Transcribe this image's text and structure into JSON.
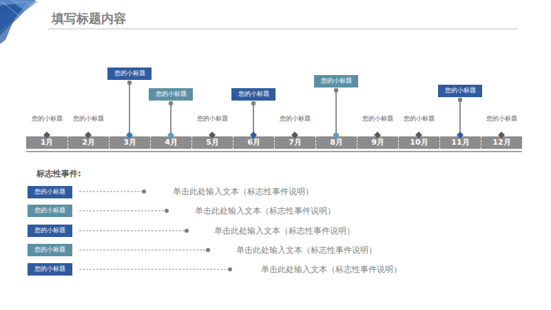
{
  "diagram": {
    "title": "填写标题内容",
    "nodes": [
      {
        "text": [
          "您的小标题"
        ]
      },
      {
        "text": [
          "您的小标题"
        ]
      },
      {
        "text": [
          "您的小标题"
        ]
      },
      {
        "text": [
          "您的小标题"
        ]
      },
      {
        "text": [
          "您的小标题"
        ]
      },
      {
        "text": [
          "1月"
        ]
      },
      {
        "text": [
          "2月"
        ]
      },
      {
        "text": [
          "3月"
        ]
      },
      {
        "text": [
          "4月"
        ]
      },
      {
        "text": [
          "5月"
        ]
      },
      {
        "text": [
          "6月"
        ]
      },
      {
        "text": [
          "7月"
        ]
      },
      {
        "text": [
          "8月"
        ]
      },
      {
        "text": [
          "9月"
        ]
      },
      {
        "text": [
          "10月"
        ]
      },
      {
        "text": [
          "11月"
        ]
      },
      {
        "text": [
          "12月"
        ]
      },
      {
        "text": [
          "您的小标题"
        ]
      },
      {
        "text": [
          "您的小标题"
        ]
      },
      {
        "text": [
          "您的小标题"
        ]
      },
      {
        "text": [
          "您的小标题"
        ]
      },
      {
        "text": [
          "您的小标题"
        ]
      }
    ],
    "edges": [
      {
        "from": 0,
        "to": 7,
        "arrow": "none"
      },
      {
        "from": 1,
        "to": 8,
        "arrow": "none"
      },
      {
        "from": 2,
        "to": 10,
        "arrow": "none"
      },
      {
        "from": 3,
        "to": 12,
        "arrow": "none"
      },
      {
        "from": 4,
        "to": 15,
        "arrow": "none"
      }
    ],
    "labels": [
      "您的小标题",
      "您的小标题",
      "您的小标题",
      "您的小标题",
      "您的小标题",
      "您的小标题",
      "您的小标题",
      "标志性事件:",
      "单击此处输入文本（标志性事件说明）",
      "单击此处输入文本（标志性事件说明）",
      "单击此处输入文本（标志性事件说明）",
      "单击此处输入文本（标志性事件说明）",
      "单击此处输入文本（标志性事件说明）"
    ]
  }
}
